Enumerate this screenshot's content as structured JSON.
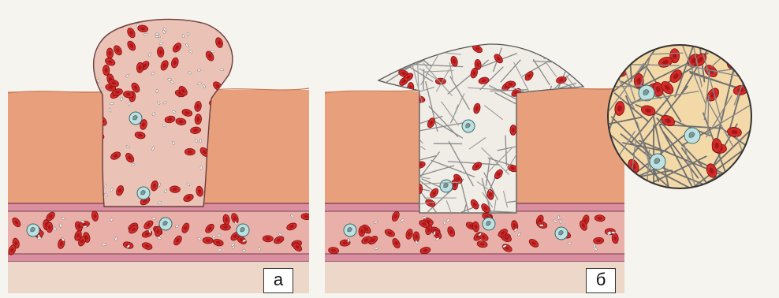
{
  "figure": {
    "panels": [
      {
        "id": "a",
        "label": "а",
        "content": "blood-clot-formation"
      },
      {
        "id": "b",
        "label": "б",
        "content": "fibrin-clot"
      }
    ],
    "inset": {
      "content": "magnified-fibrin-mesh"
    }
  },
  "colors": {
    "tissue": "#e8a07c",
    "tissue_dark": "#c97a5a",
    "vessel_wall": "#d98fa0",
    "vessel_lumen": "#e8b0a8",
    "plasma": "#f2c2b8",
    "red_cell": "#d32a2a",
    "red_cell_center": "#a81818",
    "white_cell": "#bfe0e0",
    "fibrin": "#777777",
    "inset_bg": "#f3d9a8",
    "background": "#f6f4ef"
  }
}
